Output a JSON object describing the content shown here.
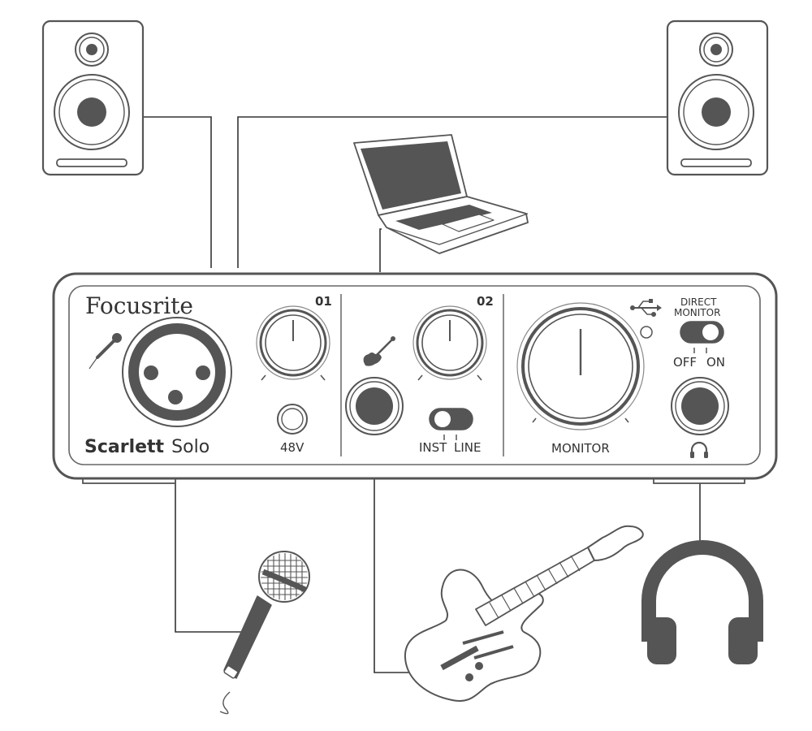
{
  "interface": {
    "brand": "Focusrite",
    "model_bold": "Scarlett",
    "model_light": "Solo",
    "channel_1": "01",
    "channel_2": "02",
    "phantom_label": "48V",
    "inst_label": "INST",
    "line_label": "LINE",
    "monitor_label": "MONITOR",
    "direct_monitor_line1": "DIRECT",
    "direct_monitor_line2": "MONITOR",
    "off_label": "OFF",
    "on_label": "ON"
  },
  "icons": {
    "left_speaker": "speaker-icon",
    "right_speaker": "speaker-icon",
    "laptop": "laptop-icon",
    "microphone": "microphone-icon",
    "guitar": "electric-guitar-icon",
    "headphones": "headphones-icon",
    "usb": "usb-icon"
  },
  "colors": {
    "ink": "#555555",
    "outline": "#666666",
    "paper": "#ffffff"
  }
}
